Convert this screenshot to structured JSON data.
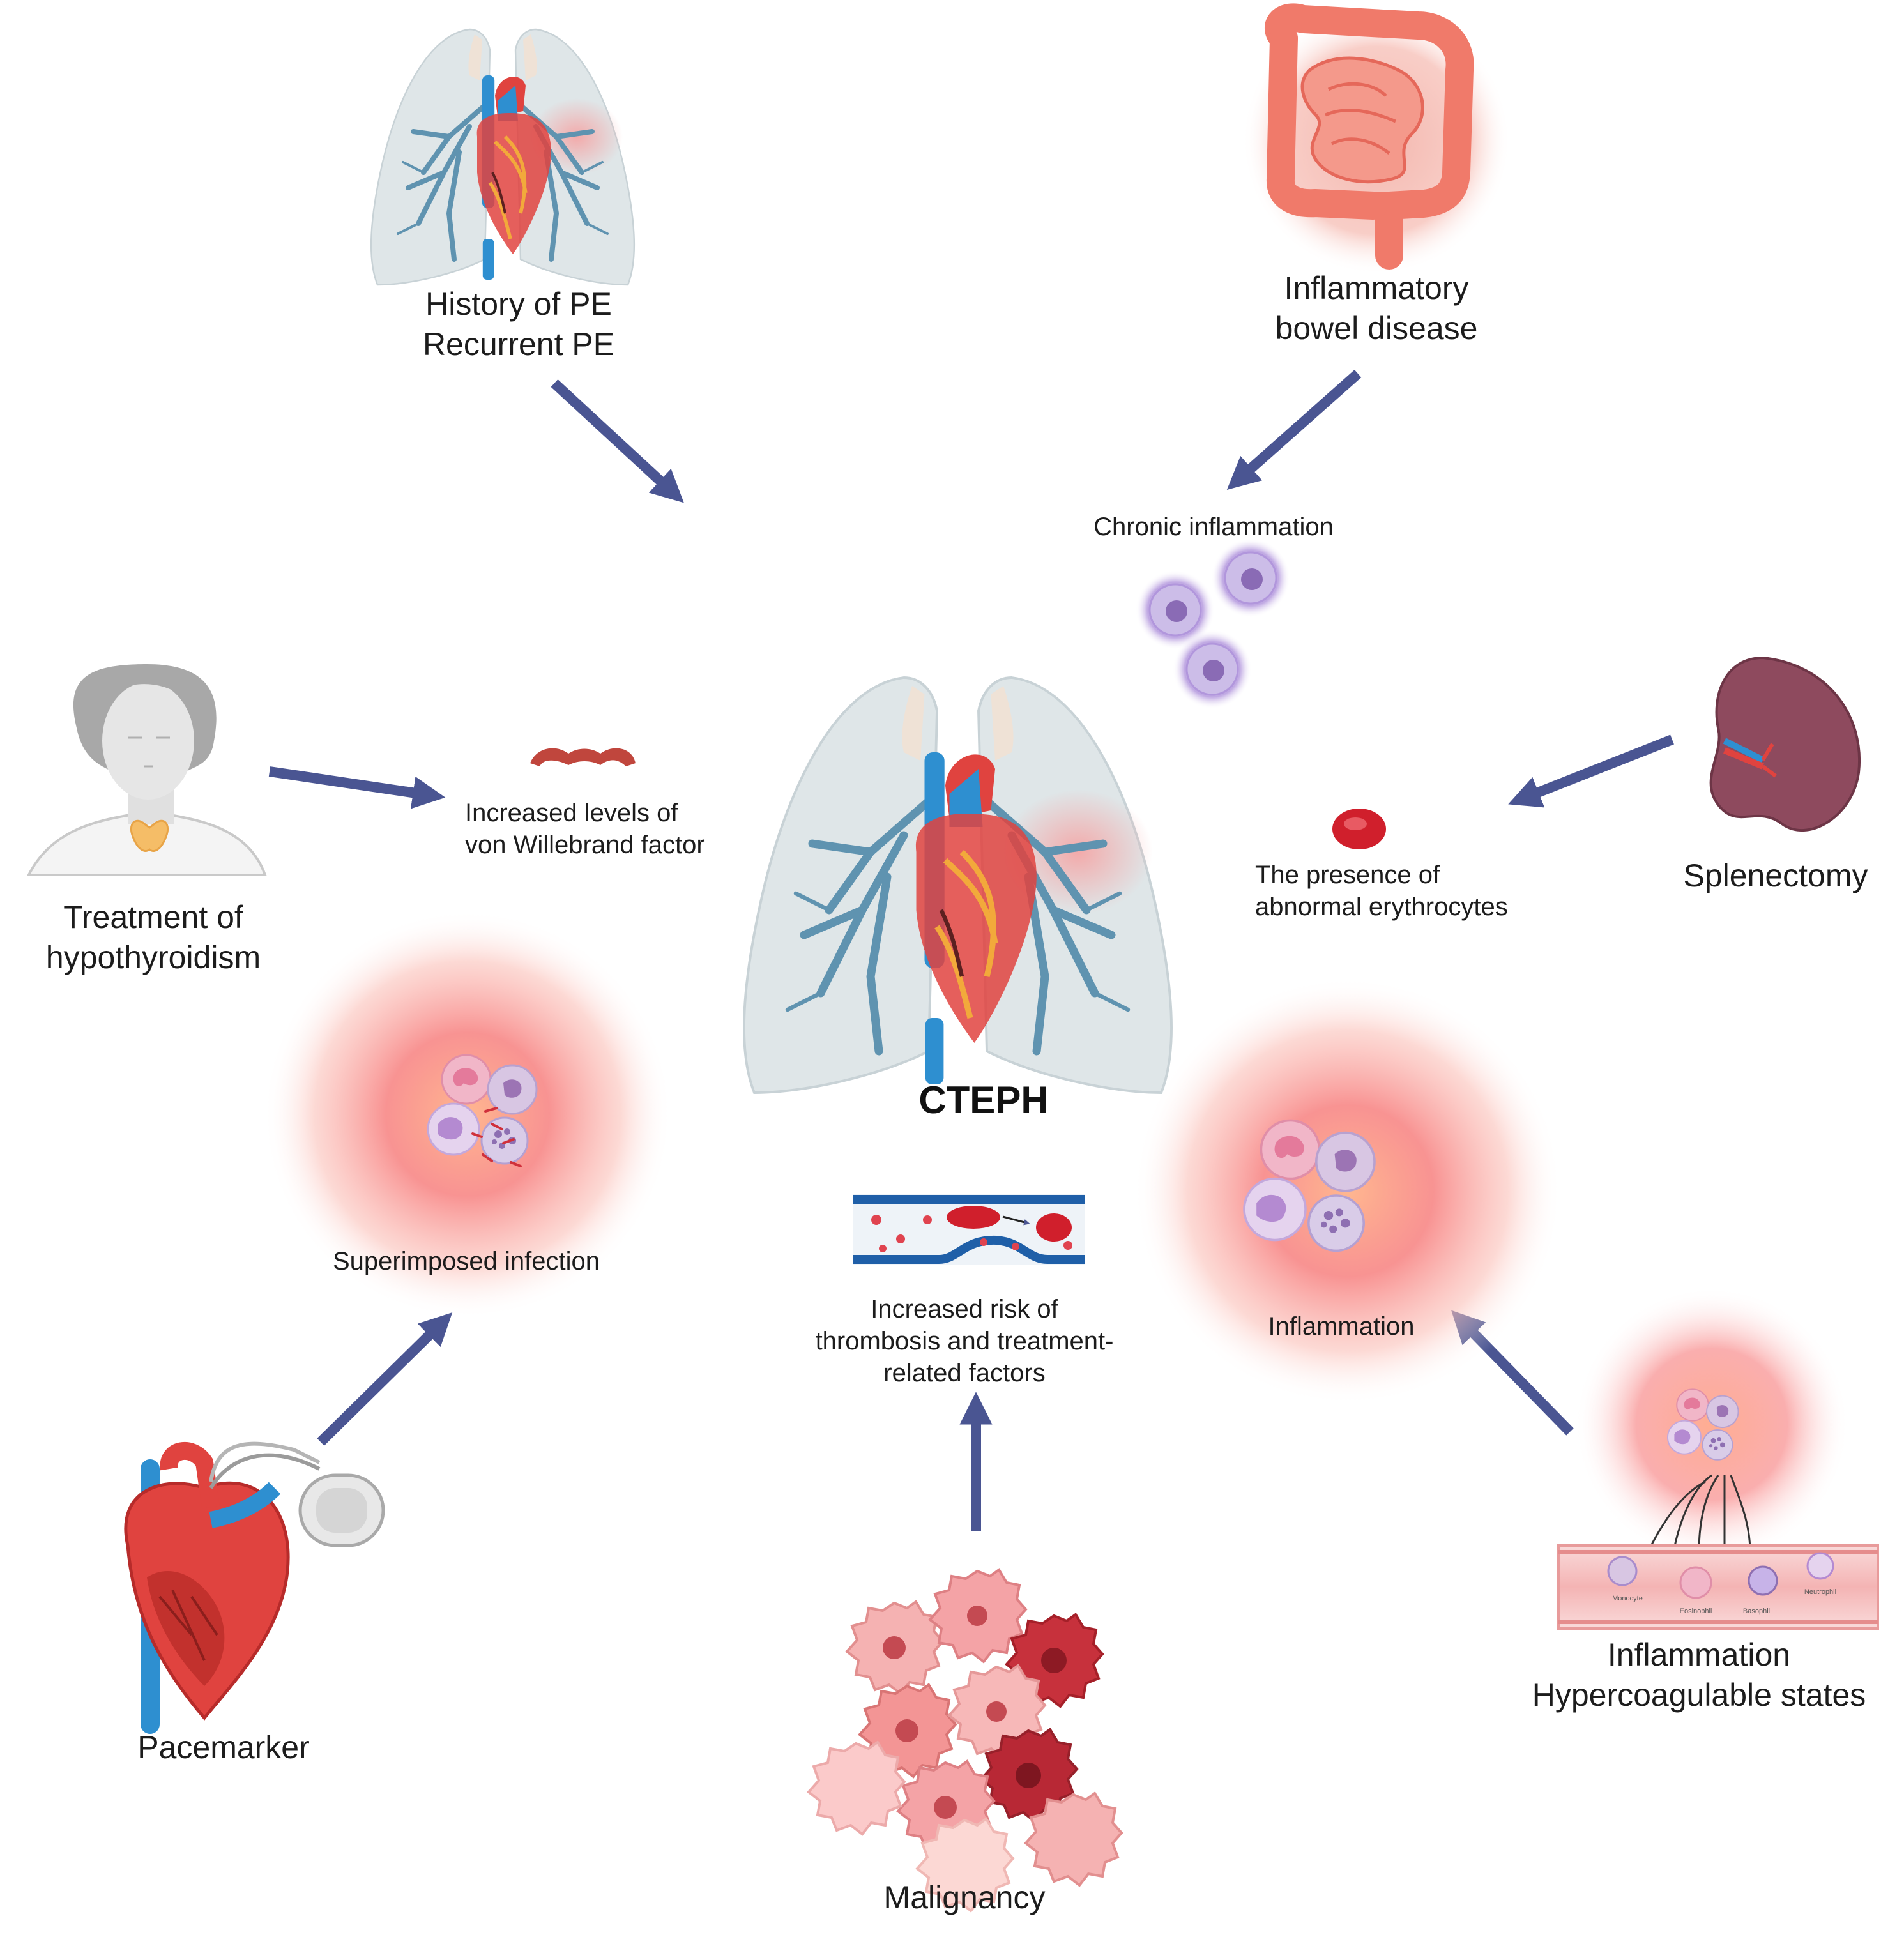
{
  "title": "CTEPH",
  "factors": {
    "pe": {
      "line1": "History of PE",
      "line2": "Recurrent PE"
    },
    "ibd": {
      "line1": "Inflammatory",
      "line2": "bowel disease"
    },
    "chronic_inflammation": "Chronic inflammation",
    "hypothyroidism": {
      "line1": "Treatment of",
      "line2": "hypothyroidism"
    },
    "vwf": {
      "line1": "Increased levels of",
      "line2": "von Willebrand factor"
    },
    "splenectomy": "Splenectomy",
    "erythrocytes": {
      "line1": "The presence of",
      "line2": "abnormal erythrocytes"
    },
    "infection": "Superimposed infection",
    "thrombosis": {
      "line1": "Increased risk of",
      "line2": "thrombosis and treatment-",
      "line3": "related factors"
    },
    "inflammation": "Inflammation",
    "pacemaker": "Pacemarker",
    "malignancy": "Malignancy",
    "hypercoagulable": {
      "line1": "Inflammation",
      "line2": "Hypercoagulable states"
    }
  },
  "leukocytes": [
    "Monocyte",
    "Eosinophil",
    "Basophil",
    "Neutrophil"
  ],
  "colors": {
    "arrow": "#4a5592",
    "lung": "#dfe6e8",
    "airway": "#5f93b0",
    "heart": "#e0433f",
    "vein": "#2e8fd0",
    "infection_glow": "#f59a9a",
    "inflammation_cell": "#b59ad6",
    "blood_cell": "#d01f2c"
  }
}
